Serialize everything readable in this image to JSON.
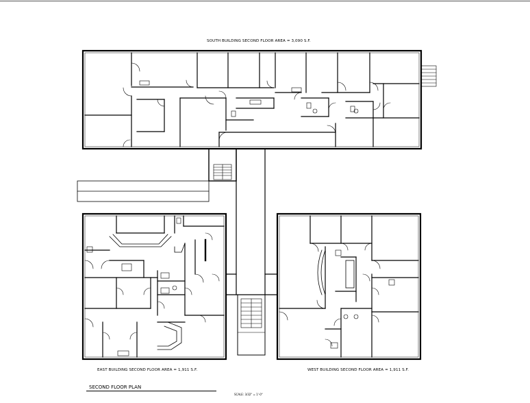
{
  "sheet": {
    "title": "SECOND FLOOR PLAN",
    "scale": "SCALE: 3/32\" = 1'-0\""
  },
  "buildings": {
    "south": {
      "label": "SOUTH BUILDING SECOND FLOOR AREA = 3,090 S.F."
    },
    "east": {
      "label": "EAST BUILDING SECOND FLOOR AREA = 1,911 S.F."
    },
    "west": {
      "label": "WEST BUILDING SECOND FLOOR AREA = 1,911 S.F."
    }
  }
}
